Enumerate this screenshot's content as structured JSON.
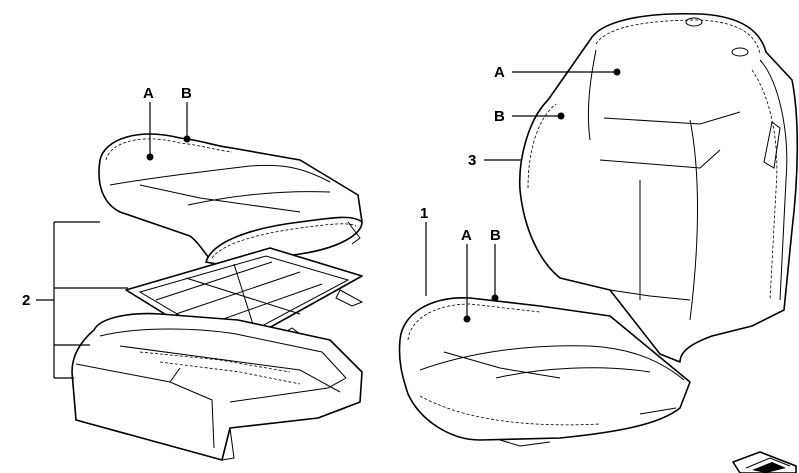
{
  "labels": {
    "left_A": "A",
    "left_B": "B",
    "left_2": "2",
    "right_A_top": "A",
    "right_B_top": "B",
    "right_3": "3",
    "right_1": "1",
    "right_A_low": "A",
    "right_B_low": "B"
  },
  "icons": {
    "corner": "wedge-logo-icon"
  }
}
